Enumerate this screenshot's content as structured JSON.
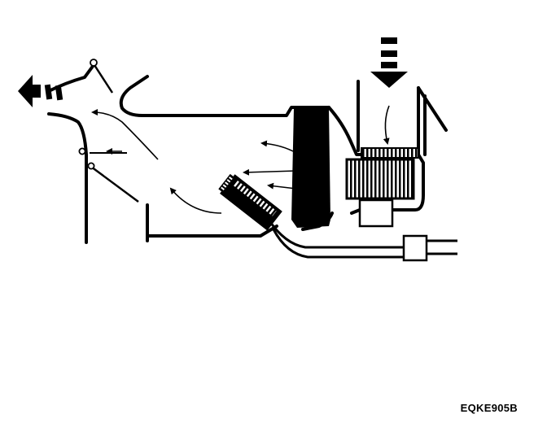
{
  "figure": {
    "reference_code": "EQKE905B",
    "colors": {
      "line": "#000000",
      "background": "#ffffff"
    },
    "parts": [
      "outlet-airflow-icon",
      "intake-airflow-icon",
      "blend-door",
      "mode-door",
      "blower-motor",
      "blower-wheel",
      "evaporator-core",
      "heater-core",
      "coolant-pipe",
      "air-duct-housing",
      "airflow-arrow"
    ]
  }
}
